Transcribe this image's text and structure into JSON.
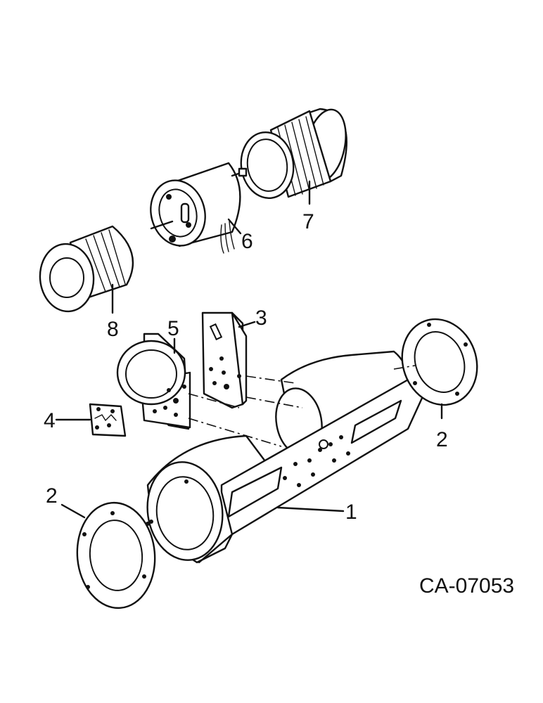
{
  "callouts": {
    "housing": "1",
    "ring_right": "2",
    "ring_left": "2",
    "bracket_right": "3",
    "resistor": "4",
    "bracket_left": "5",
    "motor": "6",
    "wheel_right": "7",
    "wheel_left": "8"
  },
  "figure_code": "CA-07053",
  "colors": {
    "ink": "#111111",
    "paper": "#ffffff"
  }
}
